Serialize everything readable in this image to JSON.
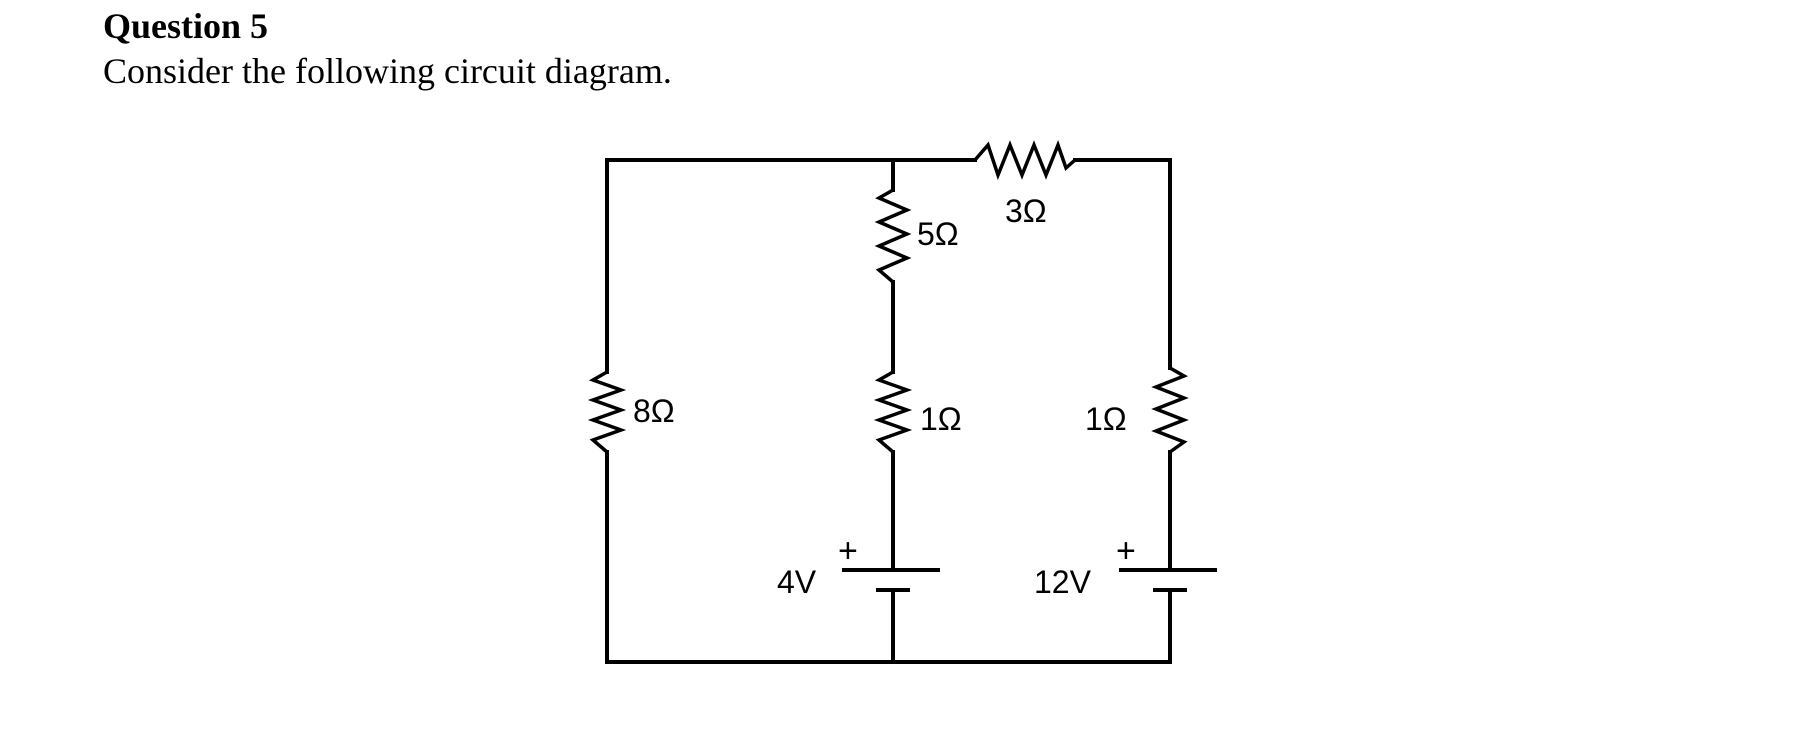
{
  "question": {
    "title": "Question 5",
    "prompt": "Consider the following circuit diagram."
  },
  "circuit": {
    "resistors": [
      {
        "id": "r-left",
        "label": "8Ω"
      },
      {
        "id": "r-middle-top",
        "label": "5Ω"
      },
      {
        "id": "r-middle-bottom",
        "label": "1Ω"
      },
      {
        "id": "r-top",
        "label": "3Ω"
      },
      {
        "id": "r-right",
        "label": "1Ω"
      }
    ],
    "batteries": [
      {
        "id": "battery-middle",
        "label": "4V",
        "positive_sign": "+"
      },
      {
        "id": "battery-right",
        "label": "12V",
        "positive_sign": "+"
      }
    ]
  }
}
